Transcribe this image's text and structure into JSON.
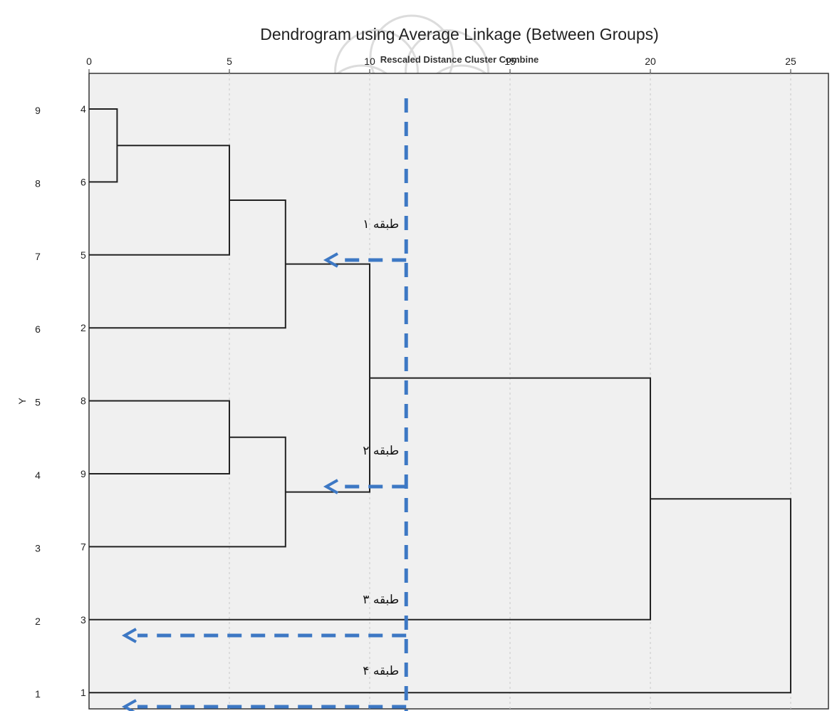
{
  "chart_data": {
    "type": "dendrogram",
    "title": "Dendrogram using Average Linkage (Between Groups)",
    "subtitle": "Rescaled Distance Cluster Combine",
    "xlim": [
      0,
      25
    ],
    "x_ticks": [
      "0",
      "5",
      "10",
      "15",
      "20",
      "25"
    ],
    "ylabel": "Y",
    "rows": [
      {
        "index": "9",
        "case": "4"
      },
      {
        "index": "8",
        "case": "6"
      },
      {
        "index": "7",
        "case": "5"
      },
      {
        "index": "6",
        "case": "2"
      },
      {
        "index": "5",
        "case": "8"
      },
      {
        "index": "4",
        "case": "9"
      },
      {
        "index": "3",
        "case": "7"
      },
      {
        "index": "2",
        "case": "3"
      },
      {
        "index": "1",
        "case": "1"
      }
    ],
    "merges": [
      {
        "a": 0,
        "b": 1,
        "distance": 1
      },
      {
        "a": "m0",
        "b": 2,
        "distance": 5
      },
      {
        "a": "m1",
        "b": 3,
        "distance": 7
      },
      {
        "a": 4,
        "b": 5,
        "distance": 5
      },
      {
        "a": "m3",
        "b": 6,
        "distance": 7
      },
      {
        "a": "m2",
        "b": "m4",
        "distance": 10
      },
      {
        "a": "m5",
        "b": 7,
        "distance": 20
      },
      {
        "a": "m6",
        "b": 8,
        "distance": 25
      }
    ],
    "cut_distance": 11.3,
    "annotations": [
      {
        "label": "طبقه ۱",
        "row": 2
      },
      {
        "label": "طبقه ۲",
        "row": 5
      },
      {
        "label": "طبقه ۳",
        "row": 7
      },
      {
        "label": "طبقه ۴",
        "row": 8
      }
    ],
    "colors": {
      "plot_bg": "#f0f0f0",
      "line": "#222222",
      "cut": "#3d78c4",
      "grid": "#c8c8c8"
    }
  }
}
